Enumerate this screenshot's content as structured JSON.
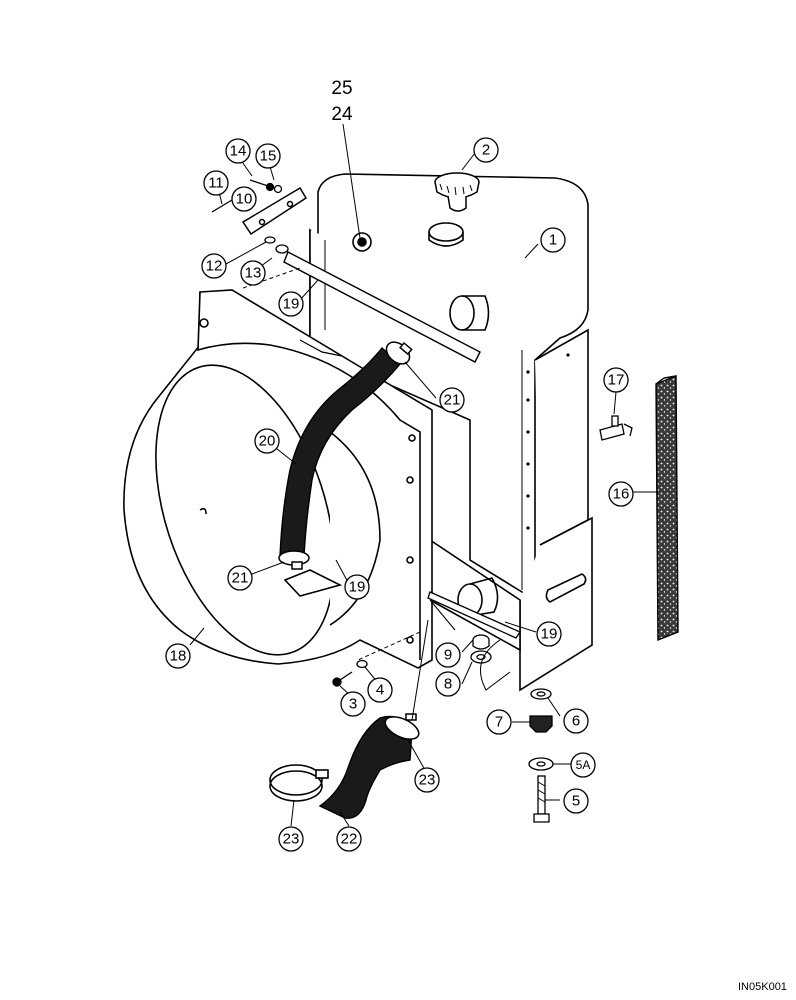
{
  "diagram": {
    "drawing_code": "IN05K001",
    "header_labels": [
      "25",
      "24"
    ],
    "callouts": [
      {
        "id": "c1",
        "label": "1"
      },
      {
        "id": "c2",
        "label": "2"
      },
      {
        "id": "c3",
        "label": "3"
      },
      {
        "id": "c4",
        "label": "4"
      },
      {
        "id": "c5",
        "label": "5"
      },
      {
        "id": "c5a",
        "label": "5A"
      },
      {
        "id": "c6",
        "label": "6"
      },
      {
        "id": "c7",
        "label": "7"
      },
      {
        "id": "c8",
        "label": "8"
      },
      {
        "id": "c9",
        "label": "9"
      },
      {
        "id": "c10",
        "label": "10"
      },
      {
        "id": "c11",
        "label": "11"
      },
      {
        "id": "c12",
        "label": "12"
      },
      {
        "id": "c13",
        "label": "13"
      },
      {
        "id": "c14",
        "label": "14"
      },
      {
        "id": "c15",
        "label": "15"
      },
      {
        "id": "c16",
        "label": "16"
      },
      {
        "id": "c17",
        "label": "17"
      },
      {
        "id": "c18",
        "label": "18"
      },
      {
        "id": "c19a",
        "label": "19"
      },
      {
        "id": "c19b",
        "label": "19"
      },
      {
        "id": "c19c",
        "label": "19"
      },
      {
        "id": "c20",
        "label": "20"
      },
      {
        "id": "c21a",
        "label": "21"
      },
      {
        "id": "c21b",
        "label": "21"
      },
      {
        "id": "c22",
        "label": "22"
      },
      {
        "id": "c23a",
        "label": "23"
      },
      {
        "id": "c23b",
        "label": "23"
      }
    ]
  }
}
